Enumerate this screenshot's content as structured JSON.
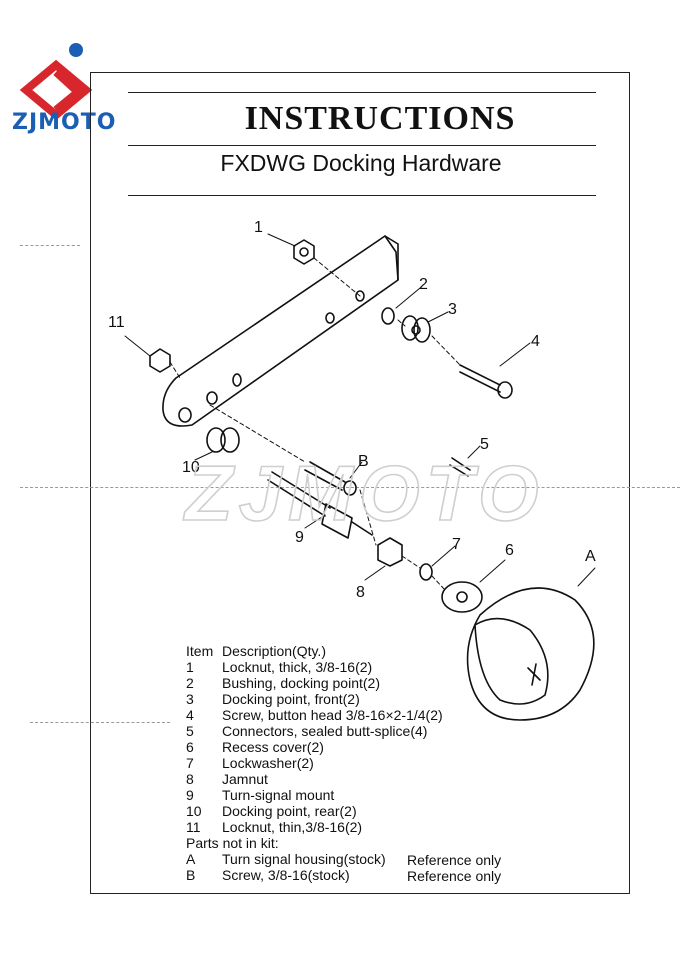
{
  "brand": {
    "logo_text": "ZJMOTO",
    "watermark": "ZJMOTO"
  },
  "header": {
    "title": "INSTRUCTIONS",
    "subtitle": "FXDWG Docking Hardware"
  },
  "callouts": {
    "c1": "1",
    "c2": "2",
    "c3": "3",
    "c4": "4",
    "c5": "5",
    "c6": "6",
    "c7": "7",
    "c8": "8",
    "c9": "9",
    "c10": "10",
    "c11": "11",
    "cA": "A",
    "cB": "B"
  },
  "parts": {
    "heading": {
      "item": "Item",
      "desc": "Description(Qty.)"
    },
    "items": [
      {
        "num": "1",
        "desc": "Locknut, thick, 3/8-16(2)"
      },
      {
        "num": "2",
        "desc": "Bushing, docking point(2)"
      },
      {
        "num": "3",
        "desc": "Docking point, front(2)"
      },
      {
        "num": "4",
        "desc": "Screw, button head 3/8-16×2-1/4(2)"
      },
      {
        "num": "5",
        "desc": "Connectors, sealed butt-splice(4)"
      },
      {
        "num": "6",
        "desc": "Recess cover(2)"
      },
      {
        "num": "7",
        "desc": "Lockwasher(2)"
      },
      {
        "num": "8",
        "desc": "Jamnut"
      },
      {
        "num": "9",
        "desc": "Turn-signal mount"
      },
      {
        "num": "10",
        "desc": "Docking point, rear(2)"
      },
      {
        "num": "11",
        "desc": "Locknut, thin,3/8-16(2)"
      }
    ],
    "not_in_kit_heading": "Parts not in kit:",
    "not_in_kit": [
      {
        "num": "A",
        "desc": "Turn signal housing(stock)",
        "note": "Reference only"
      },
      {
        "num": "B",
        "desc": "Screw, 3/8-16(stock)",
        "note": "Reference only"
      }
    ]
  }
}
